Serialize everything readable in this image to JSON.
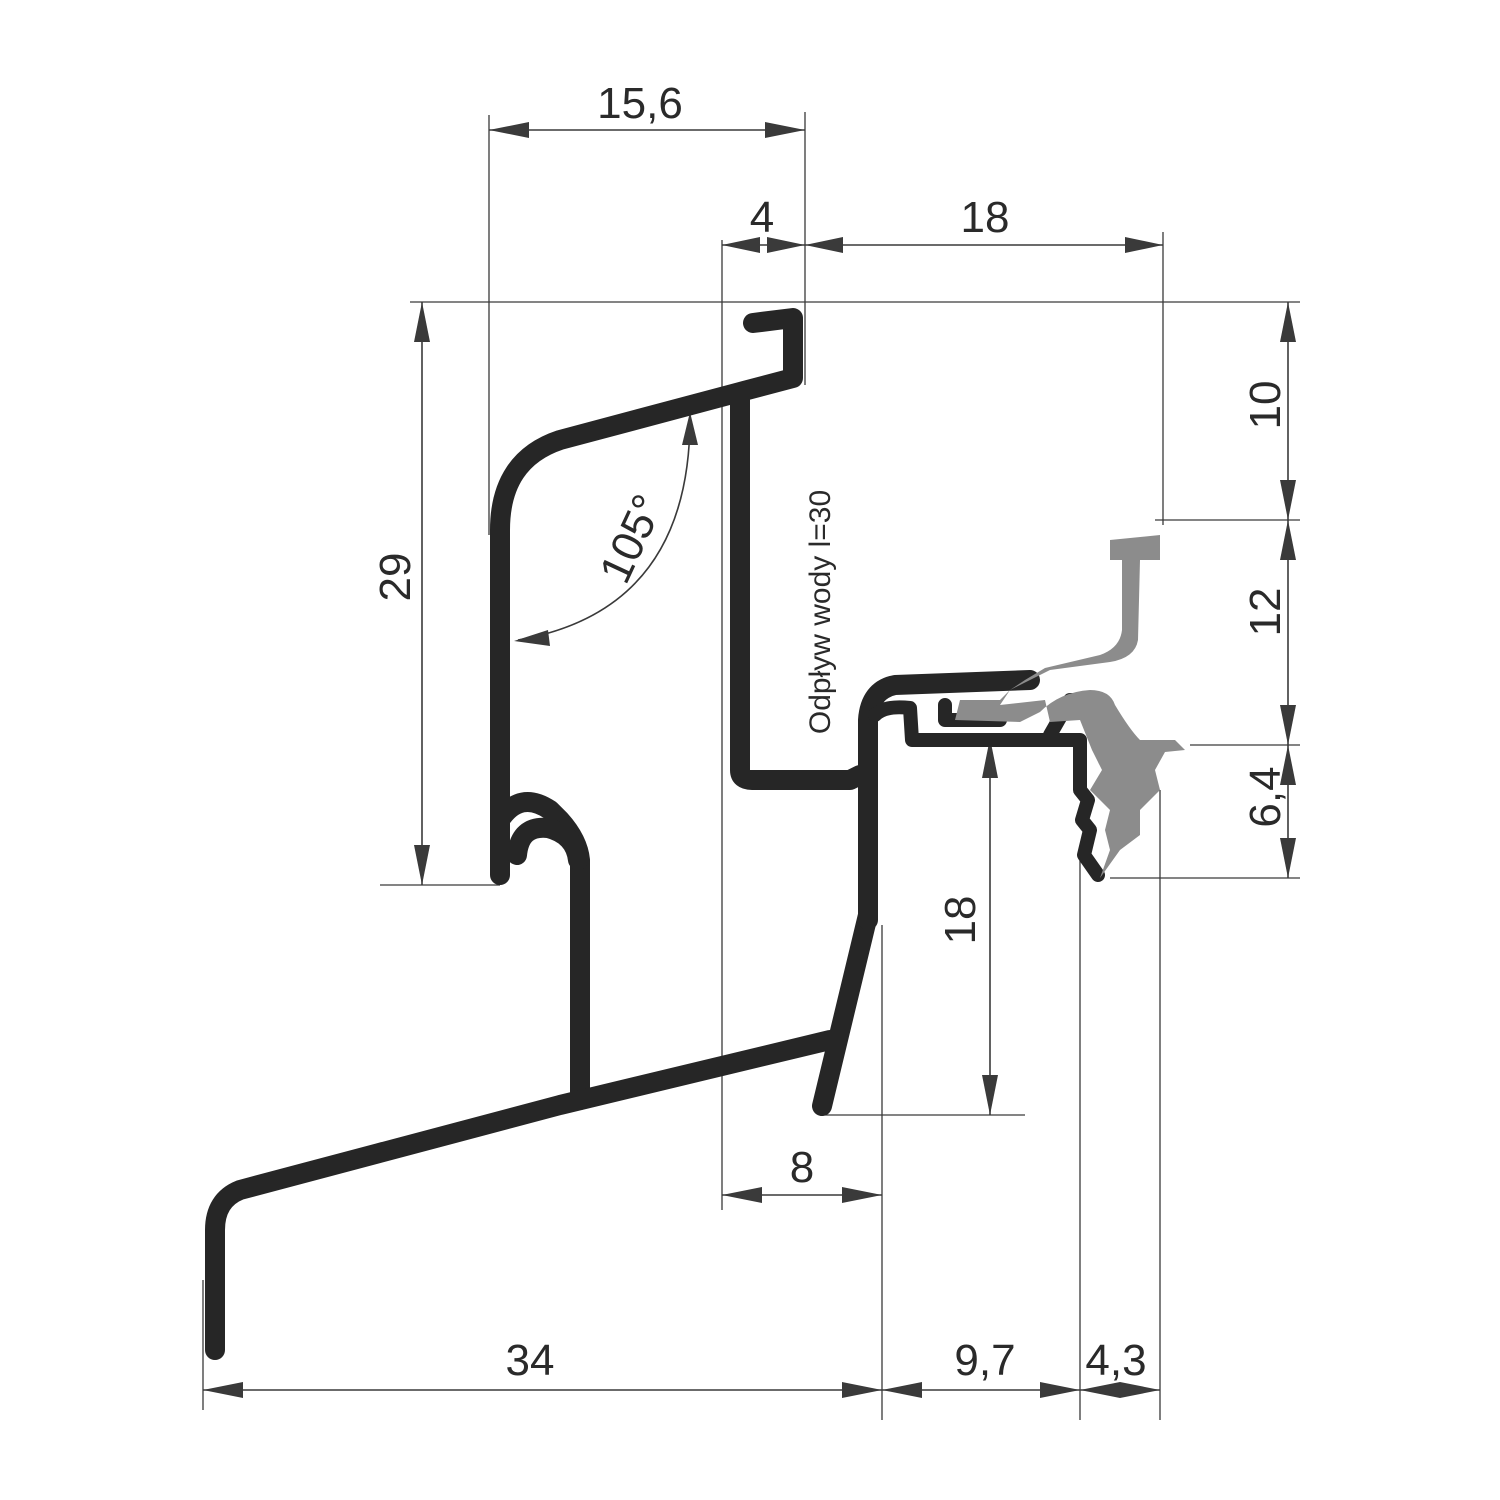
{
  "colors": {
    "profile": "#262626",
    "gasket": "#8c8c8c",
    "dimension": "#3a3a3a",
    "background": "#ffffff"
  },
  "dimensions": {
    "top_width": "15,6",
    "lip": "4",
    "top_offset": "18",
    "right_top": "10",
    "right_mid": "12",
    "right_bottom": "6,4",
    "left_height": "29",
    "inner_height": "18",
    "bottom_small": "8",
    "bottom_left": "34",
    "bottom_mid": "9,7",
    "bottom_right": "4,3",
    "angle": "105°"
  },
  "note": "Odpływ wody l=30"
}
